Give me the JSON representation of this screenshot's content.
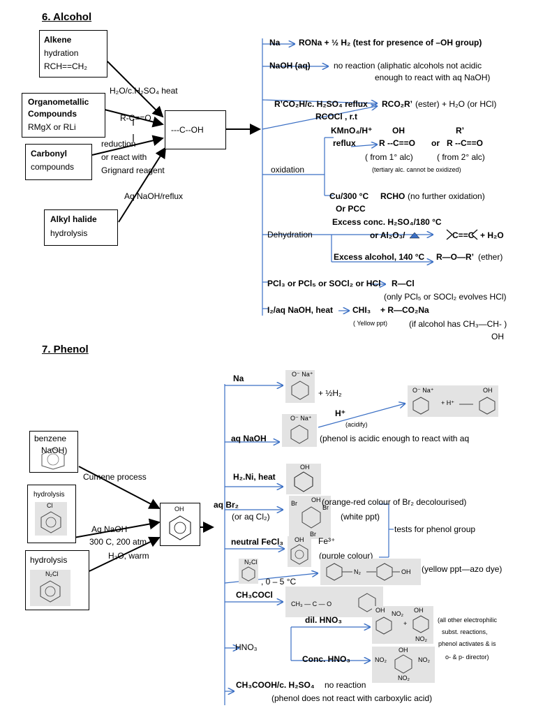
{
  "alcohol": {
    "title": "6. Alcohol",
    "sources": {
      "alkene_title": "Alkene",
      "alkene_line1": "hydration",
      "alkene_line2": "RCH==CH₂",
      "organometallic_title1": "Organometallic",
      "organometallic_title2": "Compounds",
      "organometallic_line": "RMgX  or RLi",
      "carbonyl_title": "Carbonyl",
      "carbonyl_line": "compounds",
      "alkylhalide_title": "Alkyl halide",
      "alkylhalide_line": "hydrolysis"
    },
    "conditions": {
      "hydration": "H₂O/c.H₂SO₄ heat",
      "carbonyl_group": "R-C==O",
      "reduction": "reduction",
      "grignard1": "or react with",
      "grignard2": "Grignard reagent",
      "hydrolysis": "Aq NaOH/reflux"
    },
    "center": "---C--OH",
    "reactions": {
      "na_reagent": "Na",
      "na_product": "RONa  + ½ H₂ (test for presence of –OH group)",
      "naoh_reagent": "NaOH  (aq)",
      "naoh_product1": "no reaction (aliphatic alcohols not acidic",
      "naoh_product2": "enough to react with aq NaOH)",
      "ester_reagent1": "R’CO₂H/c. H₂SO₄ reflux",
      "ester_reagent2": "RCOCl , r.t",
      "ester_product_bold": "RCO₂R’",
      "ester_product_rest": "(ester) + H₂O (or HCl)",
      "oxidation": "oxidation",
      "kmno4_line1": "KMnO₄/H⁺",
      "kmno4_line2": "reflux",
      "ketone_oh": "OH",
      "ketone_r": "R’",
      "aldehyde_group": "R --C==O",
      "or_word": "or",
      "ketone_group": "R --C==O",
      "from_primary": "( from 1° alc)",
      "from_secondary": "( from 2° alc)",
      "tertiary_note": "(tertiary alc. cannot be oxidized)",
      "cu_reagent1": "Cu/300 °C",
      "cu_reagent2": "Or PCC",
      "cu_product_bold": "RCHO",
      "cu_product_rest": "(no further oxidation)",
      "dehydration": "Dehydration",
      "excess_acid": "Excess conc. H₂SO₄/180 °C",
      "alumina": "or Al₂O₃/",
      "alkene_product": "C==C",
      "water_product": "+ H₂O",
      "excess_alcohol": "Excess alcohol, 140 °C",
      "ether_product_bold": "R—O—R’",
      "ether_product_rest": "(ether)",
      "pcl_reagent": "PCl₃ or PCl₅ or SOCl₂ or HCl",
      "pcl_product": "R—Cl",
      "pcl_note": "(only PCl₅ or SOCl₂ evolves HCl)",
      "iodoform_reagent": "I₂/aq NaOH, heat",
      "iodoform_product": "CHI₃",
      "iodoform_product2": "+ R—CO₂Na",
      "yellow_ppt": "( Yellow ppt)",
      "iodoform_condition": "(if alcohol has CH₃—CH- )",
      "iodoform_oh": "OH"
    }
  },
  "phenol": {
    "title": "7. Phenol",
    "sources": {
      "benzene1": "benzene",
      "benzene2": "NaOH)",
      "hydrolysis_small": "hydrolysis",
      "hydrolysis": "hydrolysis",
      "cumene": "Cumene process",
      "aq_naoh": "Aq NaOH",
      "conditions": "300 C, 200 atm",
      "water_warm": "H₂O, warm",
      "chlorobenzene_label": "Cl",
      "diazonium_label": "N₂Cl",
      "phenol_label": "OH"
    },
    "reactions": {
      "na": "Na",
      "na_product": "+ ½H₂",
      "phenoxide_label": "O⁻ Na⁺",
      "acidify_h": "H⁺",
      "acidify": "(acidify)",
      "acidify_plus_h": "+ H⁺",
      "phenol_oh": "OH",
      "aq_naoh": "aq NaOH",
      "aq_naoh_note": "(phenol is acidic enough to react with aq",
      "hydrogenation": "H₂.Ni, heat",
      "cyclohexanol_oh": "OH",
      "bromine1": "aq Br₂",
      "bromine2": "(or aq Cl₂)",
      "bromine_note1": "(orange-red colour of Br₂ decolourised)",
      "bromine_note2": "(white ppt)",
      "tribromo_br": "Br",
      "tests_note": "tests for phenol group",
      "fecl3": "neutral FeCl₃",
      "fe3": "Fe³⁺",
      "purple": "(purple colour)",
      "diazonium_label": "N₂Cl",
      "diazo_conditions": ", 0 – 5 °C",
      "azo_note": "(yellow ppt—azo dye)",
      "azo_formula": "N₂",
      "azo_oh": "OH",
      "acetyl": "CH₃COCl",
      "ester_formula": "CH₃ — C — O",
      "dil_hno3": "dil. HNO₃",
      "hno3": "HNO₃",
      "conc_hno3": "Conc. HNO₃",
      "nitro_label": "NO₂",
      "electrophilic1": "(all other electrophilic",
      "electrophilic2": "subst.  reactions,",
      "electrophilic3": "phenol activates & is",
      "electrophilic4": "o- & p- director)",
      "acetic": "CH₃COOH/c. H₂SO₄",
      "no_reaction": "no reaction",
      "acetic_note": "(phenol does not react with carboxylic acid)"
    }
  }
}
